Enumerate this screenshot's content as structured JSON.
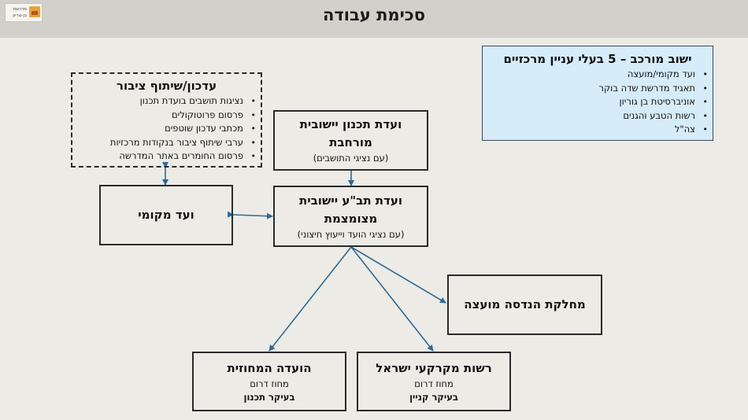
{
  "header": {
    "title": "סכימת עבודה",
    "logo_line1": "מדרשת",
    "logo_line2": "בן-גוריון"
  },
  "public_participation": {
    "title": "עדכון/שיתוף ציבור",
    "items": [
      "נציגות תושבים בועדת תכנון",
      "פרסום פרוטוקולים",
      "מכתבי עדכון שוטפים",
      "ערבי שיתוף ציבור בנקודות מרכזיות",
      "פרסום החומרים באתר המדרשה"
    ]
  },
  "stakeholders": {
    "title": "ישוב מורכב – 5 בעלי עניין מרכזיים",
    "items": [
      "ועד מקומי/מועצה",
      "תאגיד מדרשת שדה בוקר",
      "אוניברסיטת בן גוריון",
      "רשות הטבע והגנים",
      "צה\"ל"
    ]
  },
  "expanded_committee": {
    "title": "ועדת תכנון יישובית מורחבת",
    "sub": "(עם נציגי התושבים)"
  },
  "reduced_committee": {
    "title": "ועדת תב\"ע יישובית מצומצמת",
    "sub": "(עם נציגי הועד וייעוץ חיצוני)"
  },
  "local_committee": {
    "title": "ועד מקומי"
  },
  "engineering_dept": {
    "title": "מחלקת הנדסה מועצה"
  },
  "district_committee": {
    "title": "הועדה המחוזית",
    "sub": "מחוז דרום",
    "note": "בעיקר תכנון"
  },
  "ila": {
    "title": "רשות מקרקעי ישראל",
    "sub": "מחוז דרום",
    "note": "בעיקר קניין"
  },
  "colors": {
    "arrow": "#2f6a92",
    "stakeholder_bg": "#d6ecf8",
    "header_bg": "#d2d0cb",
    "page_bg": "#ecebe6"
  }
}
